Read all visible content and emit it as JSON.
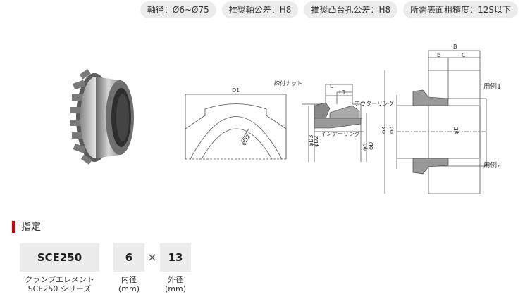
{
  "tags": [
    "軸径：Ø6~Ø75",
    "推奨軸公差：H8",
    "推奨凸台孔公差：H8",
    "所需表面粗糙度：12S以下"
  ],
  "drawing": {
    "D1": "D1",
    "D2": "φD2",
    "D3": "φD3",
    "D2b": "φD2",
    "d": "φd",
    "D": "φD",
    "L": "L",
    "L1": "L1",
    "lock_nut": "締付ナット",
    "outer_ring": "アウターリング",
    "inner_ring": "インナーリング",
    "B": "B",
    "b": "b",
    "C": "C",
    "K": "φK",
    "d2": "φd",
    "D4": "φD",
    "example1": "用例1",
    "example2": "用例2"
  },
  "section": {
    "title": "指定"
  },
  "spec": {
    "model": {
      "value": "SCE250",
      "label1": "クランプエレメント",
      "label2": "SCE250 シリーズ"
    },
    "separator": "×",
    "inner": {
      "value": "6",
      "label1": "内径",
      "label2": "(mm)"
    },
    "outer": {
      "value": "13",
      "label1": "外径",
      "label2": "(mm)"
    }
  }
}
